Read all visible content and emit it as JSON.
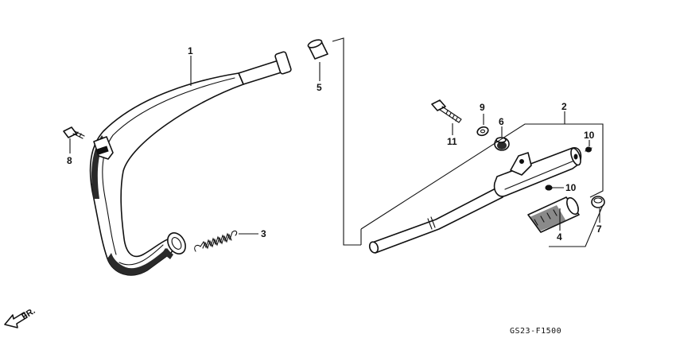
{
  "callouts": {
    "c1": "1",
    "c2": "2",
    "c3": "3",
    "c4": "4",
    "c5": "5",
    "c6": "6",
    "c7": "7",
    "c8": "8",
    "c9": "9",
    "c10a": "10",
    "c10b": "10",
    "c11": "11"
  },
  "direction_label": "FR.",
  "diagram_code": "GS23-F1500"
}
